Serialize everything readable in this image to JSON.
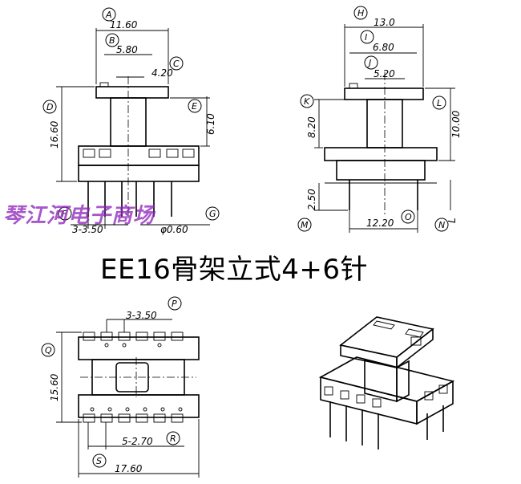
{
  "title": "EE16骨架立式4+6针",
  "watermark": "琴江河电子商场",
  "front_view": {
    "dims": {
      "A": "11.60",
      "B": "5.80",
      "C": "4.20",
      "D": "16.60",
      "E": "6.10",
      "F": "3-3.50",
      "G": "φ0.60"
    }
  },
  "side_view": {
    "dims": {
      "H": "13.0",
      "I": "6.80",
      "J": "5.20",
      "K": "8.20",
      "L": "10.00",
      "M": "2.50",
      "N": "L",
      "O": "12.20"
    }
  },
  "bottom_view": {
    "dims": {
      "P": "3-3.50",
      "Q": "15.60",
      "R": "5-2.70",
      "S": "17.60"
    }
  },
  "letters": {
    "A": "A",
    "B": "B",
    "C": "C",
    "D": "D",
    "E": "E",
    "F": "F",
    "G": "G",
    "H": "H",
    "I": "I",
    "J": "J",
    "K": "K",
    "L": "L",
    "M": "M",
    "N": "N",
    "O": "O",
    "P": "P",
    "Q": "Q",
    "R": "R",
    "S": "S"
  }
}
